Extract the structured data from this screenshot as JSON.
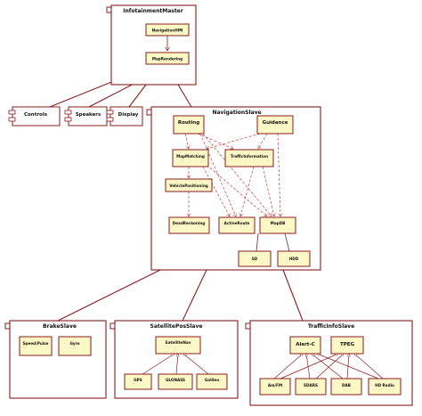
{
  "colors": {
    "class_fill": "#fdf8c6",
    "class_stroke": "#8a1c1c",
    "line": "#8a1c1c",
    "arrow_dashed": "#c4413f"
  },
  "packages": {
    "infotainment_master": "InfotainmentMaster",
    "navigation_slave": "NavigationSlave",
    "brake_slave": "BrakeSlave",
    "satellite_pos_slave": "SatellitePosSlave",
    "traffic_info_slave": "TrafficInfoSlave"
  },
  "components": {
    "controls": "Controls",
    "speakers": "Speakers",
    "display": "Display"
  },
  "classes": {
    "navigation_hmi": "NavigationHMI",
    "map_rendering": "MapRendering",
    "routing": "Routing",
    "guidance": "Guidance",
    "map_matching": "MapMatching",
    "traffic_information": "TrafficInformation",
    "vehicle_positioning": "VehiclePositioning",
    "dead_reckoning": "DeadReckoning",
    "active_route": "ActiveRoute",
    "map_db": "MapDB",
    "sd": "SD",
    "hdd": "HDD",
    "speed_pulse": "Speed/Pulse",
    "gyro": "Gyro",
    "satellite_nav": "SatelliteNav",
    "gps": "GPS",
    "glonass": "GLONASS",
    "galileo": "Galileo",
    "alert_c": "Alert-C",
    "tpeg": "TPEG",
    "am_fm": "Am/FM",
    "sdars": "SDARS",
    "dab": "DAB",
    "hd_radio": "HD Radio"
  }
}
